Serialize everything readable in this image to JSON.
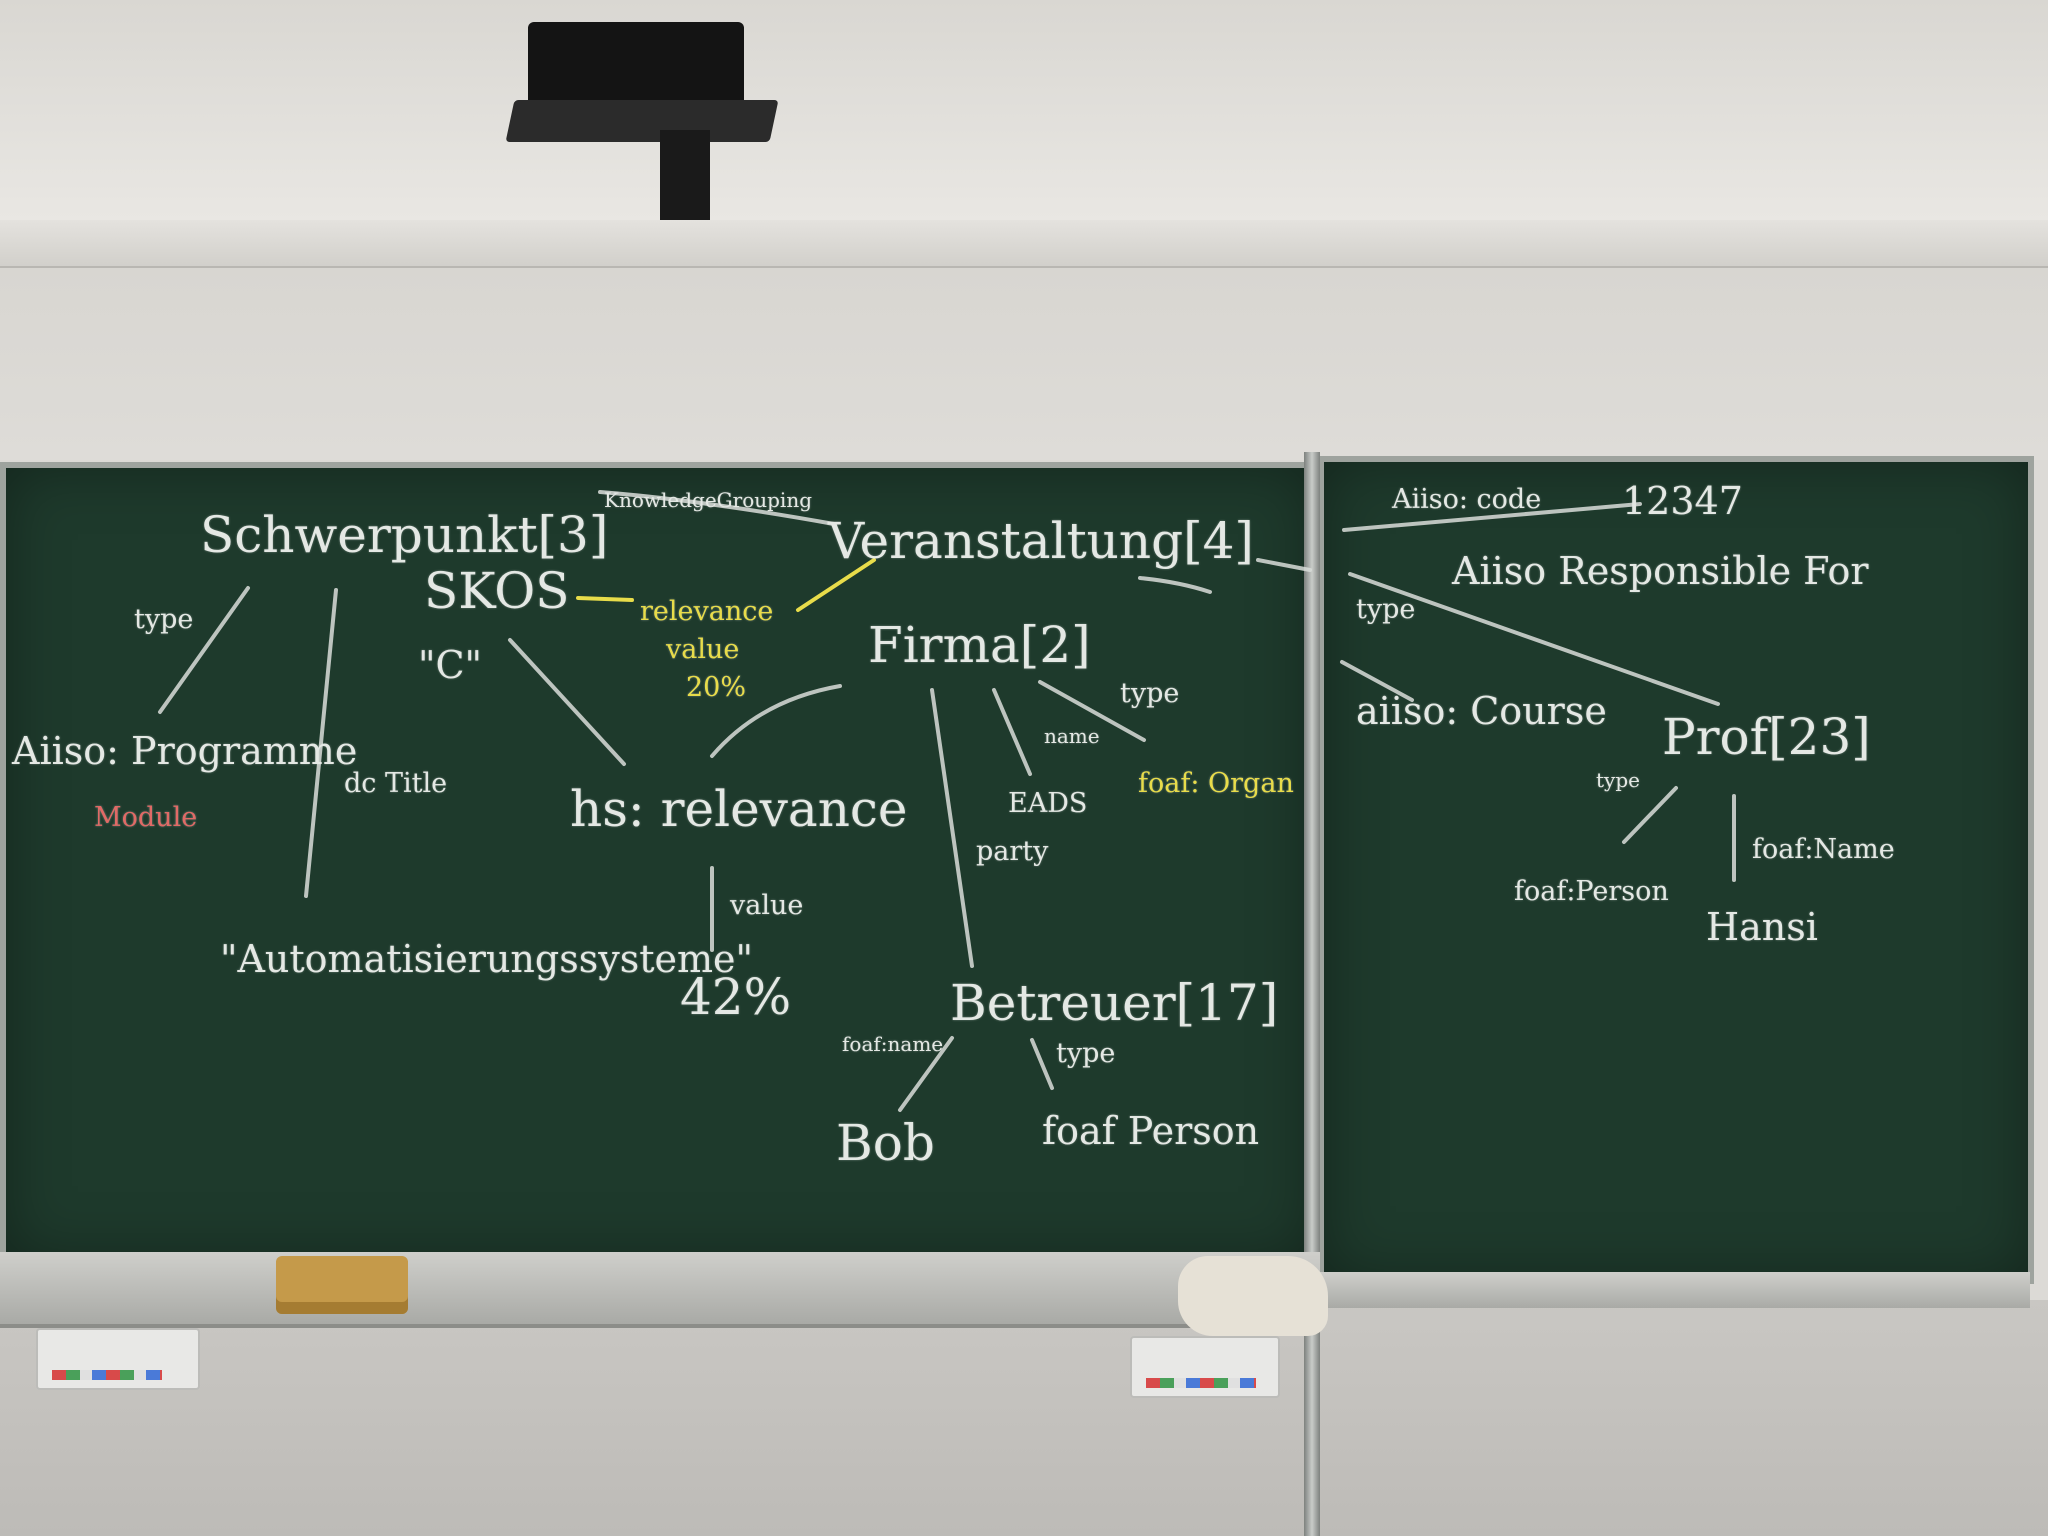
{
  "scene": {
    "description_objects": [
      "speaker-icon",
      "chalkboard",
      "sponge",
      "chalk-box"
    ]
  },
  "board_left": {
    "header_note": "KnowledgeGrouping",
    "schwerpunkt": "Schwerpunkt[3]",
    "type_label_1": "type",
    "aiiso_programme": "Aiiso: Programme",
    "module": "Module",
    "dc_title": "dc Title",
    "automation": "\"Automatisierungssysteme\"",
    "skos": "SKOS",
    "skos_c": "\"C\"",
    "relevance_yellow": "relevance",
    "value_yellow": "value",
    "percent_yellow": "20%",
    "veranstaltung": "Veranstaltung[4]",
    "hs_relevance": "hs: relevance",
    "value_label": "value",
    "percent_main": "42%",
    "firma": "Firma[2]",
    "name_label": "name",
    "eads": "EADS",
    "party_label": "party",
    "type_label_2": "type",
    "foaf_organization": "foaf: Organ",
    "betreuer": "Betreuer[17]",
    "foaf_name": "foaf:name",
    "type_label_3": "type",
    "bob": "Bob",
    "foaf_person": "foaf Person"
  },
  "board_right": {
    "aiiso_code_label": "Aiiso: code",
    "code_value": "12347",
    "aiiso_responsible": "Aiiso Responsible For",
    "type_label": "type",
    "aiiso_course": "aiiso: Course",
    "prof": "Prof[23]",
    "type_label_2": "type",
    "foaf_name": "foaf:Name",
    "foaf_person": "foaf:Person",
    "hansi": "Hansi"
  }
}
